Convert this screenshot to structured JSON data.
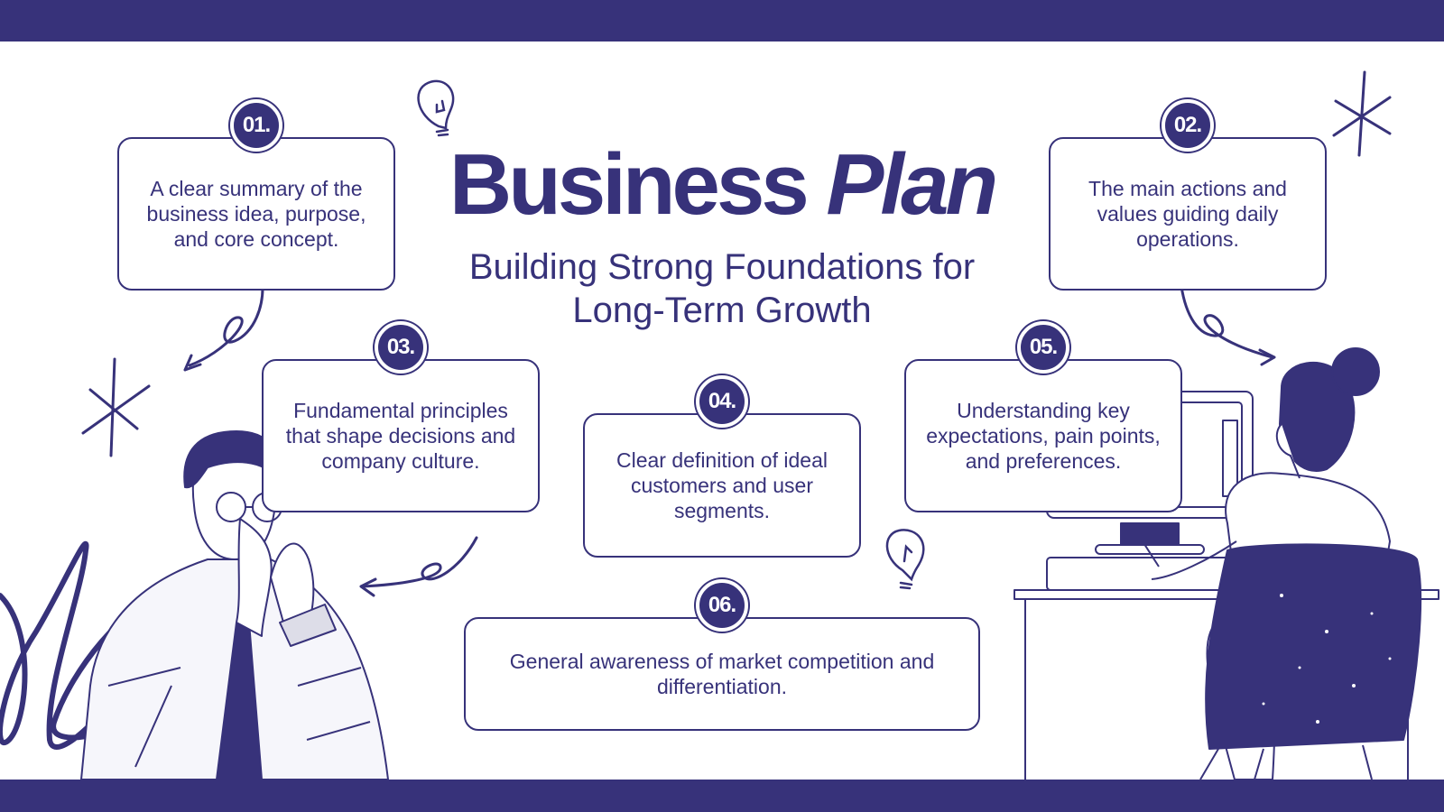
{
  "title": {
    "main": "Business",
    "emphasis": "Plan"
  },
  "subtitle": "Building Strong Foundations for Long-Term Growth",
  "cards": [
    {
      "number": "01.",
      "text": "A clear summary of the business idea, purpose, and core concept."
    },
    {
      "number": "02.",
      "text": "The main actions and values guiding daily operations."
    },
    {
      "number": "03.",
      "text": "Fundamental principles that shape decisions and company culture."
    },
    {
      "number": "04.",
      "text": "Clear definition of ideal customers and user segments."
    },
    {
      "number": "05.",
      "text": "Understanding key expectations, pain points, and preferences."
    },
    {
      "number": "06.",
      "text": "General awareness of market competition and differentiation."
    }
  ],
  "colors": {
    "primary": "#37327a",
    "background": "#ffffff"
  },
  "icons": [
    "lightbulb-icon",
    "sparkle-star-icon",
    "curly-arrow-icon"
  ]
}
